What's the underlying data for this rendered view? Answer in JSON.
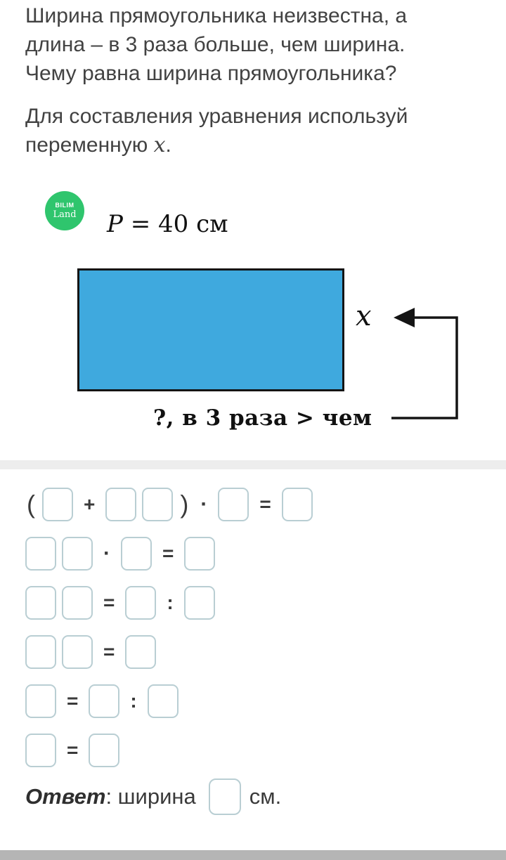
{
  "colors": {
    "rect_fill": "#3fa9de",
    "logo_green": "#2fc56d",
    "box_border": "#b9ced3",
    "divider": "#ededed",
    "bottom_band": "#b5b5b5"
  },
  "problem": {
    "statement_lines": [
      "Ширина прямоугольника неизвестна, а",
      "длина – в 3 раза больше, чем ширина.",
      "Чему равна ширина прямоугольника?"
    ],
    "instruction": {
      "prefix": "Для составления уравнения используй переменную ",
      "variable": "x",
      "suffix": "."
    }
  },
  "figure": {
    "logo": {
      "line1": "BILIM",
      "line2": "Land"
    },
    "perimeter": {
      "variable": "P",
      "rest": " = 40 см"
    },
    "side_variable": "x",
    "bottom_label": "?, в 3 раза  >  чем"
  },
  "equations": {
    "rows": [
      {
        "tokens": [
          "(",
          "box",
          "+",
          "box",
          "box",
          ")",
          "·",
          "box",
          "=",
          "box"
        ]
      },
      {
        "tokens": [
          "box",
          "box",
          "·",
          "box",
          "=",
          "box"
        ]
      },
      {
        "tokens": [
          "box",
          "box",
          "=",
          "box",
          ":",
          "box"
        ]
      },
      {
        "tokens": [
          "box",
          "box",
          "=",
          "box"
        ]
      },
      {
        "tokens": [
          "box",
          "=",
          "box",
          ":",
          "box"
        ]
      },
      {
        "tokens": [
          "box",
          "=",
          "box"
        ]
      }
    ]
  },
  "answer": {
    "label_bold": "Ответ",
    "label_rest": ": ширина",
    "unit": "см."
  }
}
